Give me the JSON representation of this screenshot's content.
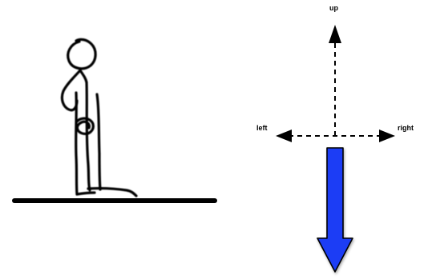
{
  "diagram": {
    "labels": {
      "up": "up",
      "left": "left",
      "right": "right"
    },
    "figure": "stick-figure-standing",
    "force_arrow": {
      "direction": "down",
      "fill_color": "#1a3cf5",
      "outline_color": "#000000"
    },
    "axis_color": "#000000",
    "ground_color": "#000000"
  }
}
